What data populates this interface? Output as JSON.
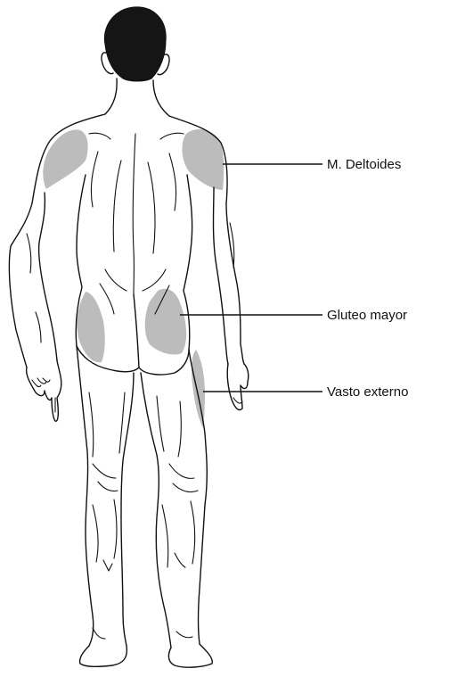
{
  "colors": {
    "outline": "#111111",
    "hair": "#151515",
    "injection_area": "#bcbcbc",
    "background": "#ffffff"
  },
  "labels": {
    "deltoid": "M. Deltoides",
    "gluteus": "Gluteo mayor",
    "vastus": "Vasto externo"
  }
}
